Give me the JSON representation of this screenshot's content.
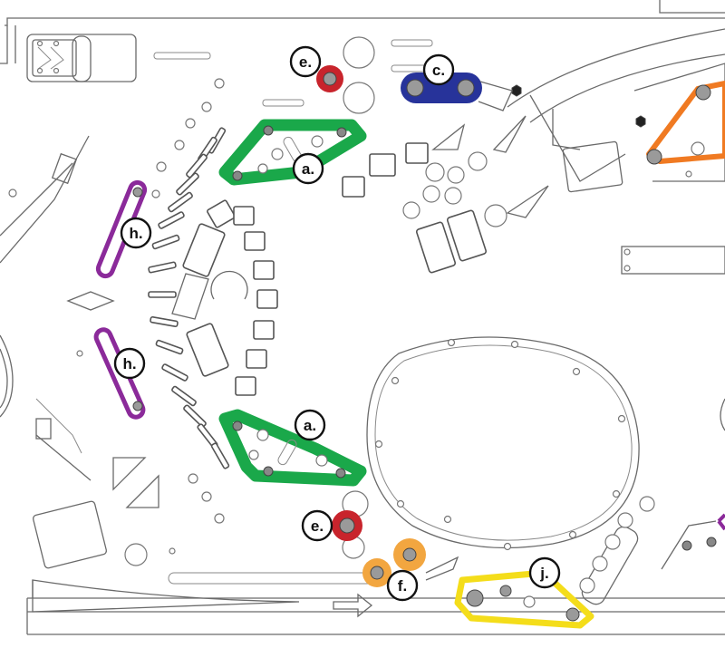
{
  "colors": {
    "green": "#1aa84a",
    "red": "#c8242c",
    "blue": "#27339a",
    "orange": "#f07a22",
    "light_orange": "#f2a640",
    "purple": "#8b2a9a",
    "yellow": "#f4dd1a"
  },
  "callouts": [
    {
      "id": "a-top",
      "text": "a."
    },
    {
      "id": "a-bottom",
      "text": "a."
    },
    {
      "id": "c",
      "text": "c."
    },
    {
      "id": "e-top",
      "text": "e."
    },
    {
      "id": "e-bottom",
      "text": "e."
    },
    {
      "id": "f",
      "text": "f."
    },
    {
      "id": "h-top",
      "text": "h."
    },
    {
      "id": "h-bottom",
      "text": "h."
    },
    {
      "id": "j",
      "text": "j."
    }
  ]
}
